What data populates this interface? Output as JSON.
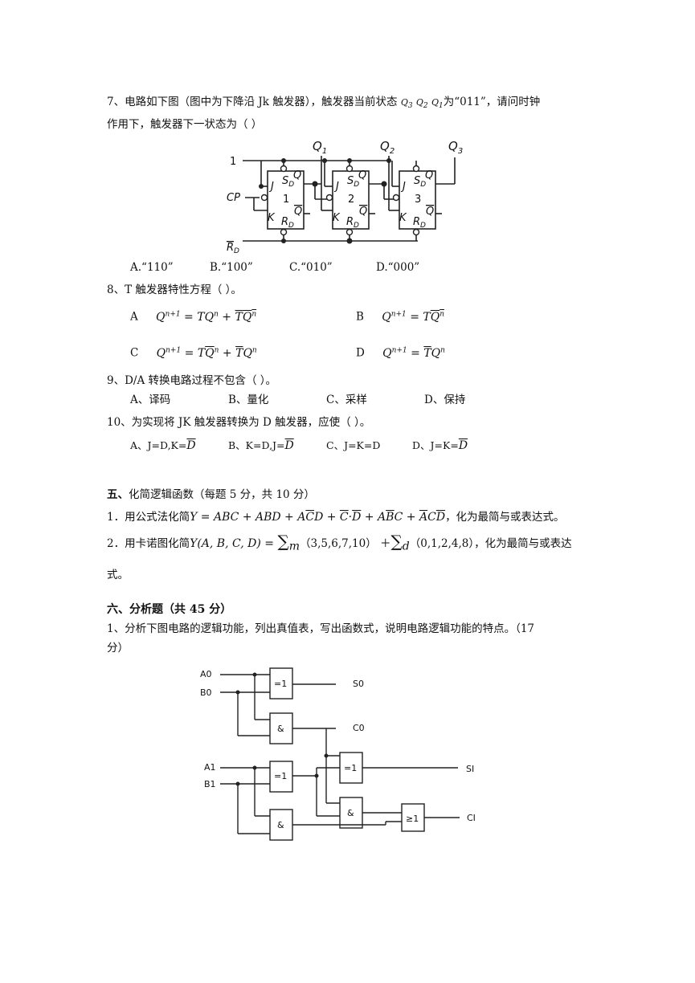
{
  "q7": {
    "stem_a": "7、电路如下图（图中为下降沿 Jk 触发器），触发器当前状态",
    "q3": "Q",
    "q3_sub": "3",
    "q2": "Q",
    "q2_sub": "2",
    "q1": "Q",
    "q1_sub": "1",
    "stem_b": "为“011”，请问时钟",
    "stem_line2": "作用下，触发器下一状态为（    ）",
    "options": [
      "A.“110”",
      "B.“100”",
      "C.“010”",
      "D.“000”"
    ],
    "diagram": {
      "input_one": "1",
      "cp": "CP",
      "rd_bar": "R",
      "rd_sub": "D",
      "outputs": [
        "Q",
        "Q",
        "Q"
      ],
      "output_subs": [
        "1",
        "2",
        "3"
      ],
      "ff_numbers": [
        "1",
        "2",
        "3"
      ],
      "pin_j": "J",
      "pin_k": "K",
      "pin_sd": "S",
      "pin_rd": "R",
      "pin_sub_d": "D",
      "pin_q": "Q",
      "pin_qbar": "Q"
    }
  },
  "q8": {
    "stem": "8、T 触发器特性方程（   ）。",
    "opt_a": "A",
    "opt_b": "B",
    "opt_c": "C",
    "opt_d": "D"
  },
  "q9": {
    "stem": "9、D/A 转换电路过程不包含（   ）。",
    "options": [
      "A、译码",
      "B、量化",
      "C、采样",
      "D、保持"
    ]
  },
  "q10": {
    "stem": "10、为实现将 JK 触发器转换为 D 触发器，应使（   ）。",
    "options": [
      "A、J=D,K=",
      "B、K=D,J=",
      "C、J=K=D",
      "D、J=K="
    ],
    "d_letter": "D"
  },
  "sec5": {
    "title_num": "五、",
    "title_rest": "化简逻辑函数（每题 5 分，共 10 分）",
    "q1_pre": "1．用公式法化简",
    "q1_post": "，化为最简与或表达式。",
    "q2_pre": "2．用卡诺图化简",
    "q2_m_terms": "（3,5,6,7,10）",
    "q2_d_terms": "（0,1,2,4,8），化为最简与或表达",
    "q2_line2": "式。"
  },
  "sec6": {
    "title": "六、分析题（共 45 分）",
    "q1_line1": "1、分析下图电路的逻辑功能，列出真值表，写出函数式，说明电路逻辑功能的特点。（17",
    "q1_line2": "分）",
    "diagram": {
      "a0": "A0",
      "b0": "B0",
      "a1": "A1",
      "b1": "B1",
      "s0": "S0",
      "c0": "C0",
      "si": "SI",
      "ci": "CI",
      "xor": "=1",
      "and": "&",
      "or": "≥1"
    }
  }
}
